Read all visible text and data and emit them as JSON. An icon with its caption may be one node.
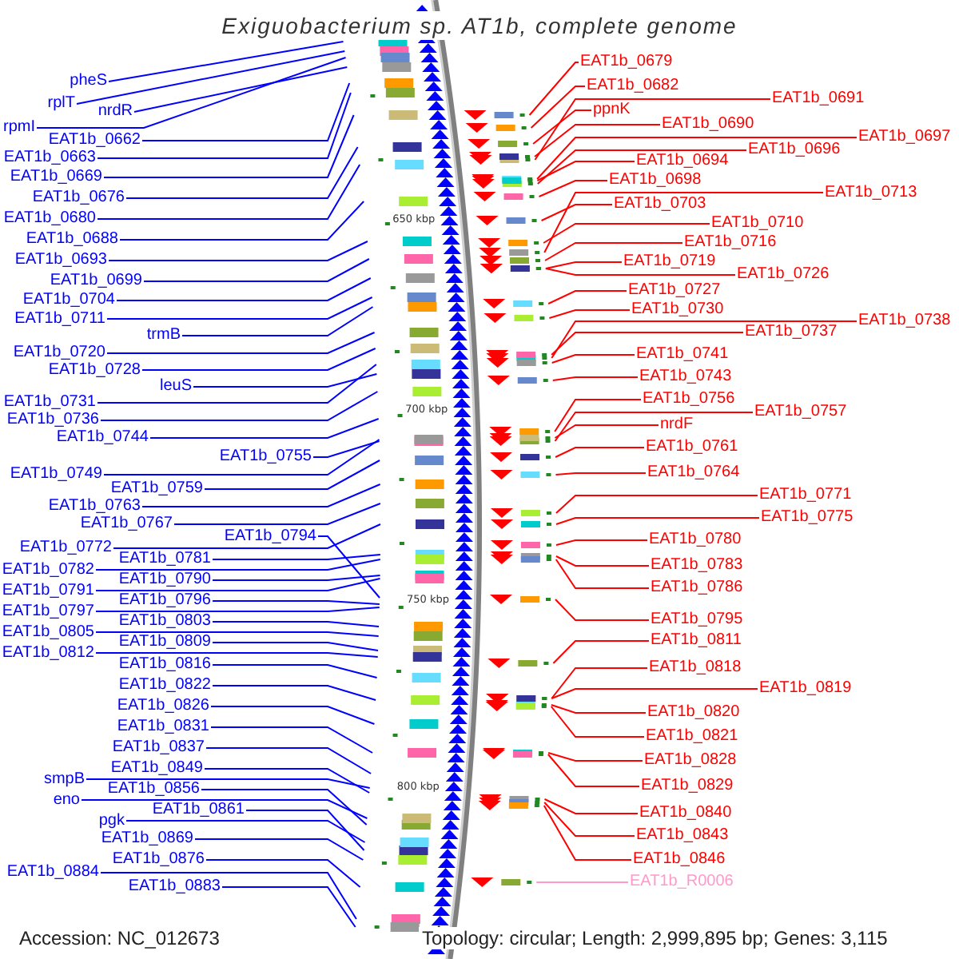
{
  "diagram": {
    "title": "Exiguobacterium sp. AT1b, complete genome",
    "nodes": [
      {
        "text": [
          "pheS"
        ]
      },
      {
        "text": [
          "rplT"
        ]
      },
      {
        "text": [
          "nrdR"
        ]
      },
      {
        "text": [
          "rpmI"
        ]
      },
      {
        "text": [
          "EAT1b_0662"
        ]
      },
      {
        "text": [
          "EAT1b_0663"
        ]
      },
      {
        "text": [
          "EAT1b_0669"
        ]
      },
      {
        "text": [
          "EAT1b_0676"
        ]
      },
      {
        "text": [
          "EAT1b_0680"
        ]
      },
      {
        "text": [
          "EAT1b_0688"
        ]
      },
      {
        "text": [
          "EAT1b_0693"
        ]
      },
      {
        "text": [
          "EAT1b_0699"
        ]
      },
      {
        "text": [
          "EAT1b_0704"
        ]
      },
      {
        "text": [
          "EAT1b_0711"
        ]
      },
      {
        "text": [
          "trmB"
        ]
      },
      {
        "text": [
          "EAT1b_0720"
        ]
      },
      {
        "text": [
          "EAT1b_0728"
        ]
      },
      {
        "text": [
          "leuS"
        ]
      },
      {
        "text": [
          "EAT1b_0731"
        ]
      },
      {
        "text": [
          "EAT1b_0736"
        ]
      },
      {
        "text": [
          "EAT1b_0744"
        ]
      },
      {
        "text": [
          "EAT1b_0755"
        ]
      },
      {
        "text": [
          "EAT1b_0749"
        ]
      },
      {
        "text": [
          "EAT1b_0759"
        ]
      },
      {
        "text": [
          "EAT1b_0763"
        ]
      },
      {
        "text": [
          "EAT1b_0767"
        ]
      },
      {
        "text": [
          "EAT1b_0794"
        ]
      },
      {
        "text": [
          "EAT1b_0772"
        ]
      },
      {
        "text": [
          "EAT1b_0781"
        ]
      },
      {
        "text": [
          "EAT1b_0782"
        ]
      },
      {
        "text": [
          "EAT1b_0790"
        ]
      },
      {
        "text": [
          "EAT1b_0791"
        ]
      },
      {
        "text": [
          "EAT1b_0796"
        ]
      },
      {
        "text": [
          "EAT1b_0797"
        ]
      },
      {
        "text": [
          "EAT1b_0803"
        ]
      },
      {
        "text": [
          "EAT1b_0805"
        ]
      },
      {
        "text": [
          "EAT1b_0809"
        ]
      },
      {
        "text": [
          "EAT1b_0812"
        ]
      },
      {
        "text": [
          "EAT1b_0816"
        ]
      },
      {
        "text": [
          "EAT1b_0822"
        ]
      },
      {
        "text": [
          "EAT1b_0826"
        ]
      },
      {
        "text": [
          "EAT1b_0831"
        ]
      },
      {
        "text": [
          "EAT1b_0837"
        ]
      },
      {
        "text": [
          "EAT1b_0849"
        ]
      },
      {
        "text": [
          "smpB"
        ]
      },
      {
        "text": [
          "EAT1b_0856"
        ]
      },
      {
        "text": [
          "eno"
        ]
      },
      {
        "text": [
          "EAT1b_0861"
        ]
      },
      {
        "text": [
          "pgk"
        ]
      },
      {
        "text": [
          "EAT1b_0869"
        ]
      },
      {
        "text": [
          "EAT1b_0876"
        ]
      },
      {
        "text": [
          "EAT1b_0884"
        ]
      },
      {
        "text": [
          "EAT1b_0883"
        ]
      },
      {
        "text": [
          "EAT1b_0679"
        ]
      },
      {
        "text": [
          "EAT1b_0682"
        ]
      },
      {
        "text": [
          "ppnK"
        ]
      },
      {
        "text": [
          "EAT1b_0691"
        ]
      },
      {
        "text": [
          "EAT1b_0690"
        ]
      },
      {
        "text": [
          "EAT1b_0697"
        ]
      },
      {
        "text": [
          "EAT1b_0696"
        ]
      },
      {
        "text": [
          "EAT1b_0694"
        ]
      },
      {
        "text": [
          "EAT1b_0698"
        ]
      },
      {
        "text": [
          "EAT1b_0713"
        ]
      },
      {
        "text": [
          "EAT1b_0703"
        ]
      },
      {
        "text": [
          "EAT1b_0710"
        ]
      },
      {
        "text": [
          "EAT1b_0716"
        ]
      },
      {
        "text": [
          "EAT1b_0719"
        ]
      },
      {
        "text": [
          "EAT1b_0726"
        ]
      },
      {
        "text": [
          "EAT1b_0727"
        ]
      },
      {
        "text": [
          "EAT1b_0730"
        ]
      },
      {
        "text": [
          "EAT1b_0738"
        ]
      },
      {
        "text": [
          "EAT1b_0737"
        ]
      },
      {
        "text": [
          "EAT1b_0741"
        ]
      },
      {
        "text": [
          "EAT1b_0743"
        ]
      },
      {
        "text": [
          "EAT1b_0756"
        ]
      },
      {
        "text": [
          "EAT1b_0757"
        ]
      },
      {
        "text": [
          "nrdF"
        ]
      },
      {
        "text": [
          "EAT1b_0761"
        ]
      },
      {
        "text": [
          "EAT1b_0764"
        ]
      },
      {
        "text": [
          "EAT1b_0771"
        ]
      },
      {
        "text": [
          "EAT1b_0775"
        ]
      },
      {
        "text": [
          "EAT1b_0780"
        ]
      },
      {
        "text": [
          "EAT1b_0783"
        ]
      },
      {
        "text": [
          "EAT1b_0786"
        ]
      },
      {
        "text": [
          "EAT1b_0795"
        ]
      },
      {
        "text": [
          "EAT1b_0811"
        ]
      },
      {
        "text": [
          "EAT1b_0818"
        ]
      },
      {
        "text": [
          "EAT1b_0819"
        ]
      },
      {
        "text": [
          "EAT1b_0820"
        ]
      },
      {
        "text": [
          "EAT1b_0821"
        ]
      },
      {
        "text": [
          "EAT1b_0828"
        ]
      },
      {
        "text": [
          "EAT1b_0829"
        ]
      },
      {
        "text": [
          "EAT1b_0840"
        ]
      },
      {
        "text": [
          "EAT1b_0843"
        ]
      },
      {
        "text": [
          "EAT1b_0846"
        ]
      },
      {
        "text": [
          "EAT1b_R0006"
        ]
      }
    ],
    "edges": [
      {
        "from": 0,
        "to": null,
        "arrow": "none"
      },
      {
        "from": 1,
        "to": null,
        "arrow": "none"
      },
      {
        "from": 2,
        "to": null,
        "arrow": "none"
      },
      {
        "from": 3,
        "to": null,
        "arrow": "none"
      },
      {
        "from": 4,
        "to": null,
        "arrow": "none"
      },
      {
        "from": 5,
        "to": null,
        "arrow": "none"
      },
      {
        "from": 6,
        "to": null,
        "arrow": "none"
      },
      {
        "from": 7,
        "to": null,
        "arrow": "none"
      },
      {
        "from": 8,
        "to": null,
        "arrow": "none"
      },
      {
        "from": 9,
        "to": null,
        "arrow": "none"
      },
      {
        "from": 10,
        "to": null,
        "arrow": "none"
      },
      {
        "from": 11,
        "to": null,
        "arrow": "none"
      },
      {
        "from": 12,
        "to": null,
        "arrow": "none"
      },
      {
        "from": 13,
        "to": null,
        "arrow": "none"
      },
      {
        "from": 14,
        "to": null,
        "arrow": "none"
      },
      {
        "from": 15,
        "to": null,
        "arrow": "none"
      },
      {
        "from": 16,
        "to": null,
        "arrow": "none"
      },
      {
        "from": 17,
        "to": null,
        "arrow": "none"
      },
      {
        "from": 18,
        "to": null,
        "arrow": "none"
      },
      {
        "from": 19,
        "to": null,
        "arrow": "none"
      },
      {
        "from": 20,
        "to": null,
        "arrow": "none"
      },
      {
        "from": 21,
        "to": null,
        "arrow": "none"
      },
      {
        "from": 22,
        "to": null,
        "arrow": "none"
      },
      {
        "from": 23,
        "to": null,
        "arrow": "none"
      },
      {
        "from": 24,
        "to": null,
        "arrow": "none"
      },
      {
        "from": 25,
        "to": null,
        "arrow": "none"
      },
      {
        "from": 26,
        "to": null,
        "arrow": "none"
      },
      {
        "from": 27,
        "to": null,
        "arrow": "none"
      },
      {
        "from": 28,
        "to": null,
        "arrow": "none"
      },
      {
        "from": 29,
        "to": null,
        "arrow": "none"
      },
      {
        "from": 30,
        "to": null,
        "arrow": "none"
      },
      {
        "from": 31,
        "to": null,
        "arrow": "none"
      },
      {
        "from": 32,
        "to": null,
        "arrow": "none"
      },
      {
        "from": 33,
        "to": null,
        "arrow": "none"
      },
      {
        "from": 34,
        "to": null,
        "arrow": "none"
      },
      {
        "from": 35,
        "to": null,
        "arrow": "none"
      },
      {
        "from": 36,
        "to": null,
        "arrow": "none"
      },
      {
        "from": 37,
        "to": null,
        "arrow": "none"
      },
      {
        "from": 38,
        "to": null,
        "arrow": "none"
      },
      {
        "from": 39,
        "to": null,
        "arrow": "none"
      },
      {
        "from": 40,
        "to": null,
        "arrow": "none"
      },
      {
        "from": 41,
        "to": null,
        "arrow": "none"
      },
      {
        "from": 42,
        "to": null,
        "arrow": "none"
      },
      {
        "from": 43,
        "to": null,
        "arrow": "none"
      },
      {
        "from": 44,
        "to": null,
        "arrow": "none"
      },
      {
        "from": 45,
        "to": null,
        "arrow": "none"
      },
      {
        "from": 46,
        "to": null,
        "arrow": "none"
      },
      {
        "from": 47,
        "to": null,
        "arrow": "none"
      },
      {
        "from": 48,
        "to": null,
        "arrow": "none"
      },
      {
        "from": 49,
        "to": null,
        "arrow": "none"
      },
      {
        "from": 50,
        "to": null,
        "arrow": "none"
      },
      {
        "from": 51,
        "to": null,
        "arrow": "none"
      },
      {
        "from": 52,
        "to": null,
        "arrow": "none"
      },
      {
        "from": 53,
        "to": null,
        "arrow": "none",
        "color": "#ff0000"
      },
      {
        "from": 54,
        "to": null,
        "arrow": "none",
        "color": "#ff0000"
      },
      {
        "from": 55,
        "to": null,
        "arrow": "none",
        "color": "#ff0000"
      },
      {
        "from": 56,
        "to": null,
        "arrow": "none",
        "color": "#ff0000"
      },
      {
        "from": 57,
        "to": null,
        "arrow": "none",
        "color": "#ff0000"
      },
      {
        "from": 58,
        "to": null,
        "arrow": "none",
        "color": "#ff0000"
      },
      {
        "from": 59,
        "to": null,
        "arrow": "none",
        "color": "#ff0000"
      },
      {
        "from": 60,
        "to": null,
        "arrow": "none",
        "color": "#ff0000"
      },
      {
        "from": 61,
        "to": null,
        "arrow": "none",
        "color": "#ff0000"
      },
      {
        "from": 62,
        "to": null,
        "arrow": "none",
        "color": "#ff0000"
      },
      {
        "from": 63,
        "to": null,
        "arrow": "none",
        "color": "#ff0000"
      },
      {
        "from": 64,
        "to": null,
        "arrow": "none",
        "color": "#ff0000"
      },
      {
        "from": 65,
        "to": null,
        "arrow": "none",
        "color": "#ff0000"
      },
      {
        "from": 66,
        "to": null,
        "arrow": "none",
        "color": "#ff0000"
      },
      {
        "from": 67,
        "to": null,
        "arrow": "none",
        "color": "#ff0000"
      },
      {
        "from": 68,
        "to": null,
        "arrow": "none",
        "color": "#ff0000"
      },
      {
        "from": 69,
        "to": null,
        "arrow": "none",
        "color": "#ff0000"
      },
      {
        "from": 70,
        "to": null,
        "arrow": "none",
        "color": "#ff0000"
      },
      {
        "from": 71,
        "to": null,
        "arrow": "none",
        "color": "#ff0000"
      },
      {
        "from": 72,
        "to": null,
        "arrow": "none",
        "color": "#ff0000"
      },
      {
        "from": 73,
        "to": null,
        "arrow": "none",
        "color": "#ff0000"
      },
      {
        "from": 74,
        "to": null,
        "arrow": "none",
        "color": "#ff0000"
      },
      {
        "from": 75,
        "to": null,
        "arrow": "none",
        "color": "#ff0000"
      },
      {
        "from": 76,
        "to": null,
        "arrow": "none",
        "color": "#ff0000"
      },
      {
        "from": 77,
        "to": null,
        "arrow": "none",
        "color": "#ff0000"
      },
      {
        "from": 78,
        "to": null,
        "arrow": "none",
        "color": "#ff0000"
      },
      {
        "from": 79,
        "to": null,
        "arrow": "none",
        "color": "#ff0000"
      },
      {
        "from": 80,
        "to": null,
        "arrow": "none",
        "color": "#ff0000"
      },
      {
        "from": 81,
        "to": null,
        "arrow": "none",
        "color": "#ff0000"
      },
      {
        "from": 82,
        "to": null,
        "arrow": "none",
        "color": "#ff0000"
      },
      {
        "from": 83,
        "to": null,
        "arrow": "none",
        "color": "#ff0000"
      },
      {
        "from": 84,
        "to": null,
        "arrow": "none",
        "color": "#ff0000"
      },
      {
        "from": 85,
        "to": null,
        "arrow": "none",
        "color": "#ff0000"
      },
      {
        "from": 86,
        "to": null,
        "arrow": "none",
        "color": "#ff0000"
      },
      {
        "from": 87,
        "to": null,
        "arrow": "none",
        "color": "#ff0000"
      },
      {
        "from": 88,
        "to": null,
        "arrow": "none",
        "color": "#ff0000"
      },
      {
        "from": 89,
        "to": null,
        "arrow": "none",
        "color": "#ff0000"
      },
      {
        "from": 90,
        "to": null,
        "arrow": "none",
        "color": "#ff0000"
      },
      {
        "from": 91,
        "to": null,
        "arrow": "none",
        "color": "#ff0000"
      },
      {
        "from": 92,
        "to": null,
        "arrow": "none",
        "color": "#ff0000"
      },
      {
        "from": 93,
        "to": null,
        "arrow": "none",
        "color": "#ff0000"
      },
      {
        "from": 94,
        "to": null,
        "arrow": "none",
        "color": "#ff0000"
      },
      {
        "from": 95,
        "to": null,
        "arrow": "none",
        "color": "#ff99cc"
      }
    ],
    "labels": [
      "650 kbp",
      "700 kbp",
      "750 kbp",
      "800 kbp",
      "Accession: NC_012673",
      "Topology: circular; Length: 2,999,895 bp; Genes: 3,115"
    ]
  }
}
